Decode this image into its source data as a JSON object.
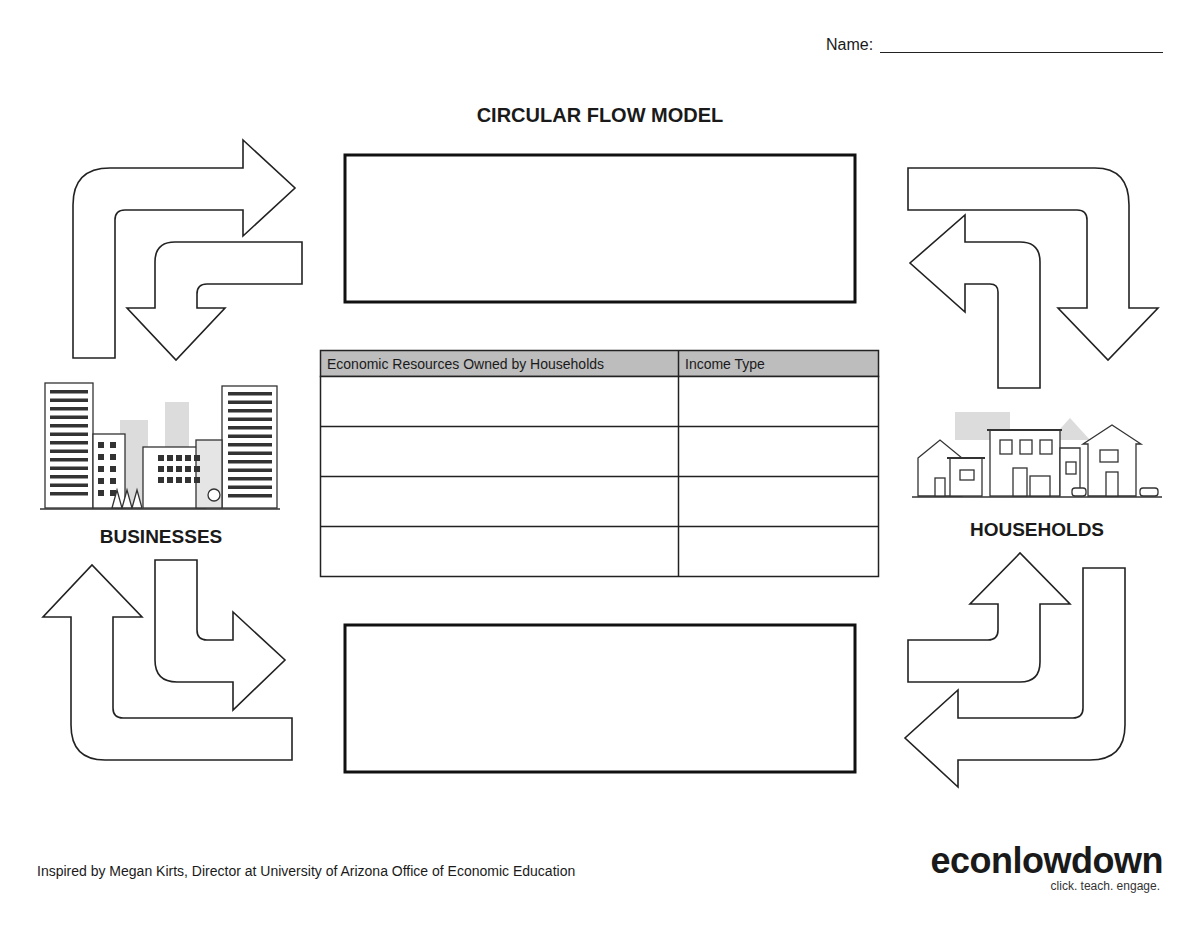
{
  "diagram": {
    "title": "CIRCULAR FLOW MODEL",
    "labels": [
      "Name:",
      "Economic Resources Owned by Households",
      "Income Type",
      "BUSINESSES",
      "HOUSEHOLDS",
      "Inspired by Megan Kirts, Director at University of Arizona Office of Economic Education",
      "econlowdown",
      "click. teach. engage."
    ]
  }
}
